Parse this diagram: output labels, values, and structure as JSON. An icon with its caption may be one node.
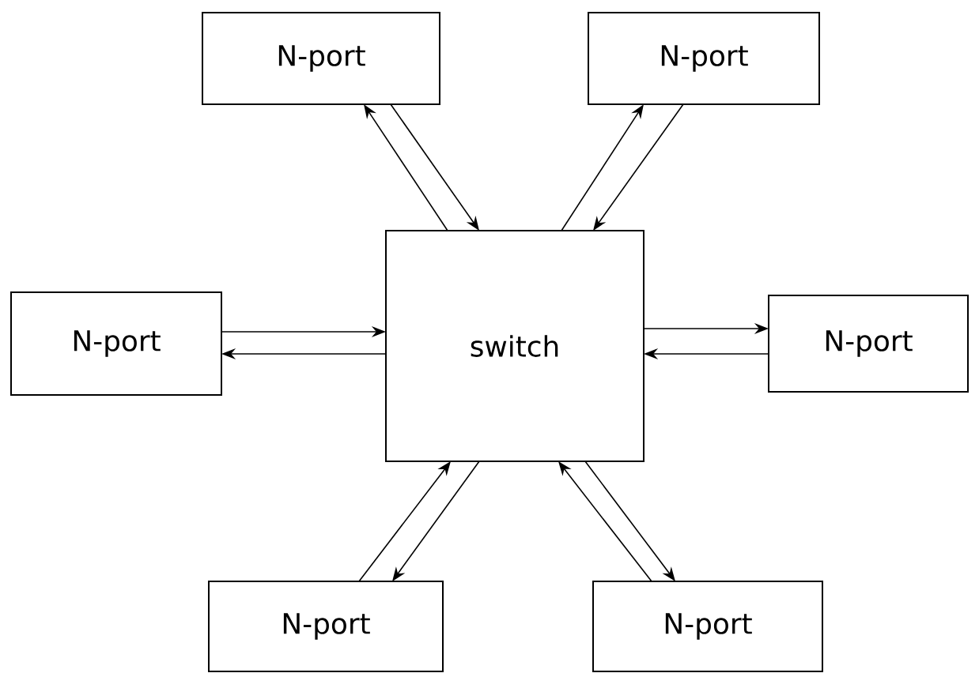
{
  "diagram": {
    "nodes": [
      {
        "text": [
          "N-port"
        ]
      },
      {
        "text": [
          "N-port"
        ]
      },
      {
        "text": [
          "N-port"
        ]
      },
      {
        "text": [
          "switch"
        ]
      },
      {
        "text": [
          "N-port"
        ]
      },
      {
        "text": [
          "N-port"
        ]
      },
      {
        "text": [
          "N-port"
        ]
      }
    ],
    "edges": [
      {
        "from": 0,
        "to": 3,
        "arrow": "to"
      },
      {
        "from": 3,
        "to": 0,
        "arrow": "to"
      },
      {
        "from": 1,
        "to": 3,
        "arrow": "to"
      },
      {
        "from": 3,
        "to": 1,
        "arrow": "to"
      },
      {
        "from": 2,
        "to": 3,
        "arrow": "to"
      },
      {
        "from": 3,
        "to": 2,
        "arrow": "to"
      },
      {
        "from": 3,
        "to": 4,
        "arrow": "to"
      },
      {
        "from": 4,
        "to": 3,
        "arrow": "to"
      },
      {
        "from": 5,
        "to": 3,
        "arrow": "to"
      },
      {
        "from": 3,
        "to": 5,
        "arrow": "to"
      },
      {
        "from": 6,
        "to": 3,
        "arrow": "to"
      },
      {
        "from": 3,
        "to": 6,
        "arrow": "to"
      }
    ]
  }
}
